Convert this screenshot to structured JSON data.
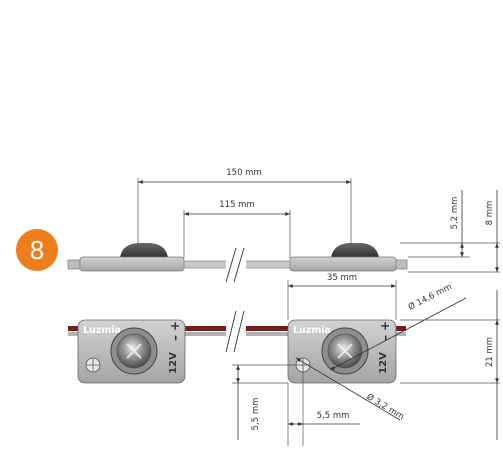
{
  "badge": {
    "number": "8",
    "color": "#ee7d1c"
  },
  "brand_label": "Luzmia",
  "module_markings": {
    "voltage": "12V",
    "minus": "–",
    "plus": "+"
  },
  "dimensions": {
    "total_length": "150 mm",
    "inner_length": "115 mm",
    "lens_height": "5,2 mm",
    "total_height": "8 mm",
    "module_width": "35 mm",
    "lens_diameter": "Ø 14,6 mm",
    "module_height": "21 mm",
    "hole_diameter": "Ø 3,2 mm",
    "hole_offset_x": "5,5 mm",
    "hole_offset_y": "5,5 mm"
  },
  "colors": {
    "module_body": "#b9b9bb",
    "wire_red": "#7a1b1b",
    "dimension_line": "#333333"
  }
}
